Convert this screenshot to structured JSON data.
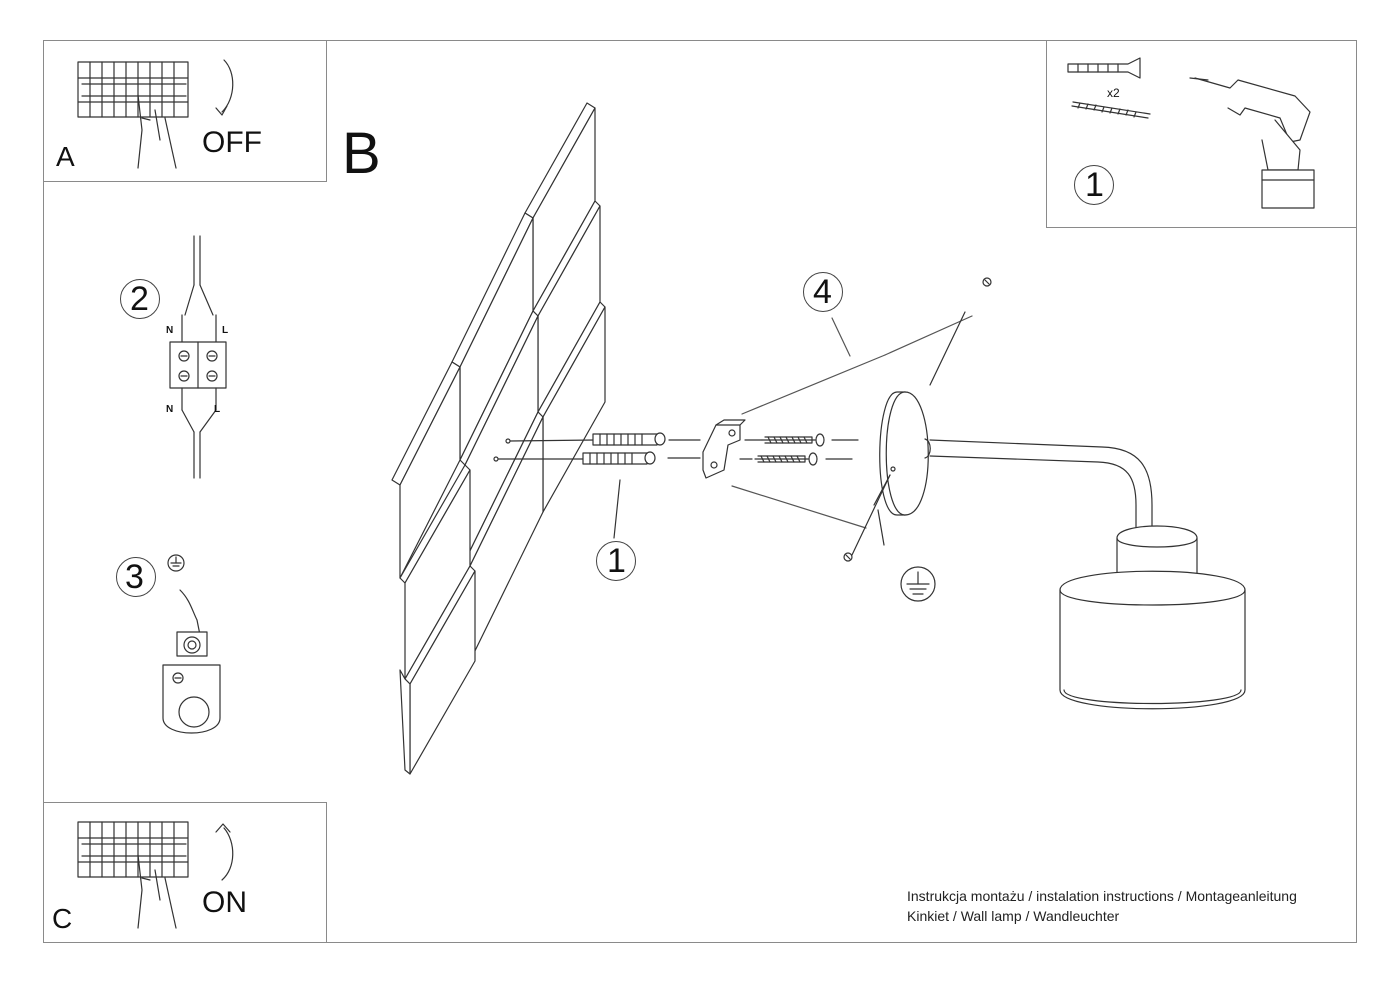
{
  "panel_a": {
    "letter": "A",
    "switch_label": "OFF"
  },
  "panel_b": {
    "letter": "B"
  },
  "panel_c": {
    "letter": "C",
    "switch_label": "ON"
  },
  "tools": {
    "step": "1",
    "quantity": "x2"
  },
  "steps": {
    "wiring": "2",
    "ground": "3",
    "anchor": "1",
    "fixing": "4"
  },
  "wiring": {
    "top_left": "N",
    "top_right": "L",
    "bottom_left": "N",
    "bottom_right": "L"
  },
  "footer": {
    "line1": "Instrukcja montażu / instalation instructions / Montageanleitung",
    "line2": "Kinkiet / Wall lamp / Wandleuchter"
  }
}
